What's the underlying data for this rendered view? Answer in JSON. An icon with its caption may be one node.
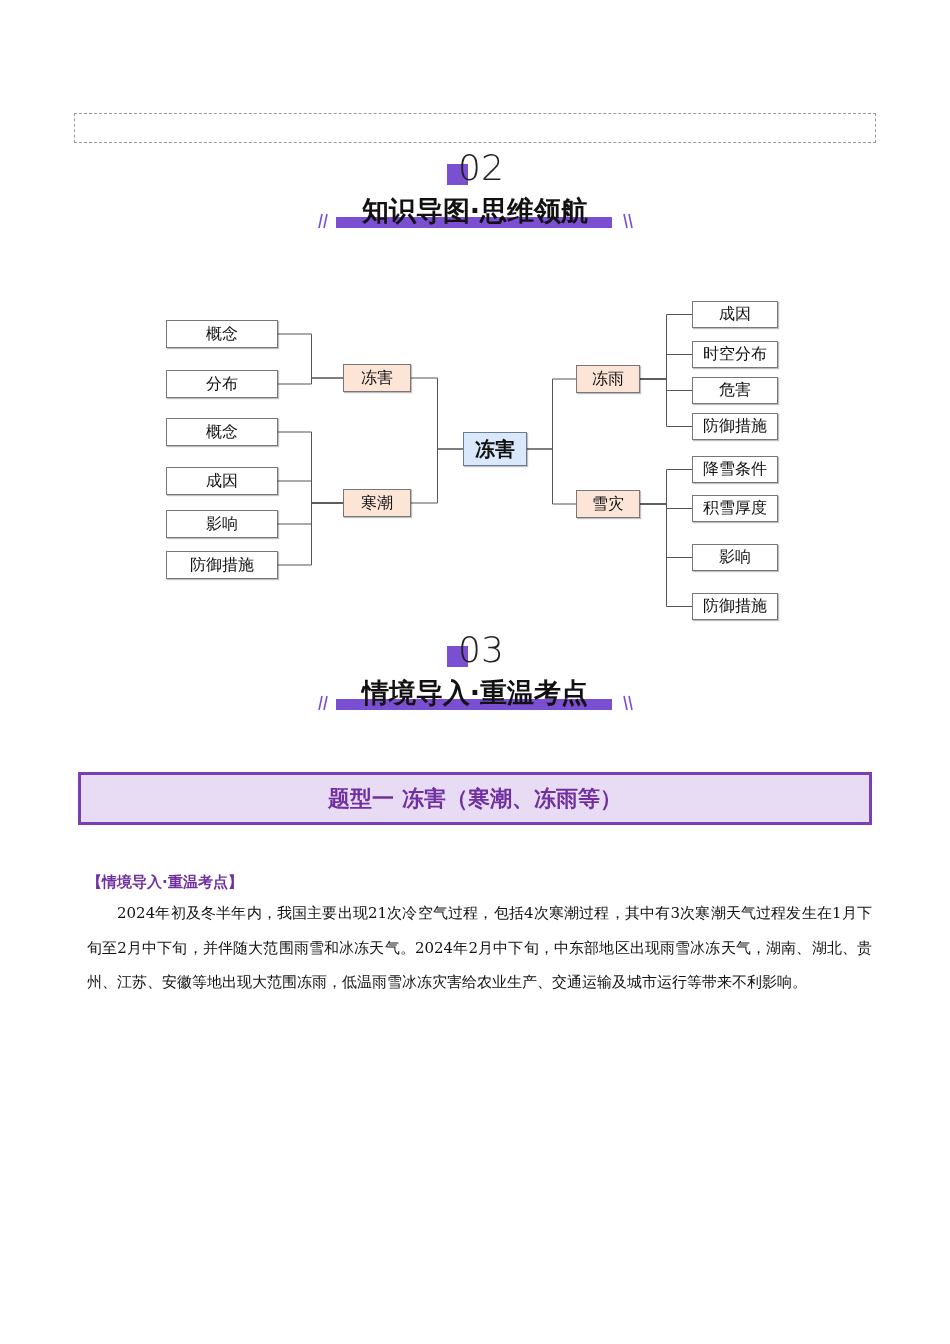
{
  "diagram": {
    "nodes": [
      {
        "text": [
          "冻害"
        ]
      },
      {
        "text": [
          "冻害"
        ]
      },
      {
        "text": [
          "寒潮"
        ]
      },
      {
        "text": [
          "冻雨"
        ]
      },
      {
        "text": [
          "雪灾"
        ]
      },
      {
        "text": [
          "概念"
        ]
      },
      {
        "text": [
          "分布"
        ]
      },
      {
        "text": [
          "概念"
        ]
      },
      {
        "text": [
          "成因"
        ]
      },
      {
        "text": [
          "影响"
        ]
      },
      {
        "text": [
          "防御措施"
        ]
      },
      {
        "text": [
          "成因"
        ]
      },
      {
        "text": [
          "时空分布"
        ]
      },
      {
        "text": [
          "危害"
        ]
      },
      {
        "text": [
          "防御措施"
        ]
      },
      {
        "text": [
          "降雪条件"
        ]
      },
      {
        "text": [
          "积雪厚度"
        ]
      },
      {
        "text": [
          "影响"
        ]
      },
      {
        "text": [
          "防御措施"
        ]
      }
    ],
    "edges": [
      {
        "from": 0,
        "to": 1,
        "arrow": "none"
      },
      {
        "from": 0,
        "to": 2,
        "arrow": "none"
      },
      {
        "from": 0,
        "to": 3,
        "arrow": "none"
      },
      {
        "from": 0,
        "to": 4,
        "arrow": "none"
      },
      {
        "from": 1,
        "to": 5,
        "arrow": "none"
      },
      {
        "from": 1,
        "to": 6,
        "arrow": "none"
      },
      {
        "from": 2,
        "to": 7,
        "arrow": "none"
      },
      {
        "from": 2,
        "to": 8,
        "arrow": "none"
      },
      {
        "from": 2,
        "to": 9,
        "arrow": "none"
      },
      {
        "from": 2,
        "to": 10,
        "arrow": "none"
      },
      {
        "from": 3,
        "to": 11,
        "arrow": "none"
      },
      {
        "from": 3,
        "to": 12,
        "arrow": "none"
      },
      {
        "from": 3,
        "to": 13,
        "arrow": "none"
      },
      {
        "from": 3,
        "to": 14,
        "arrow": "none"
      },
      {
        "from": 4,
        "to": 15,
        "arrow": "none"
      },
      {
        "from": 4,
        "to": 16,
        "arrow": "none"
      },
      {
        "from": 4,
        "to": 17,
        "arrow": "none"
      },
      {
        "from": 4,
        "to": 18,
        "arrow": "none"
      }
    ],
    "labels": [
      "02",
      "知识导图·思维领航",
      "03",
      "情境导入·重温考点",
      "题型一 冻害（寒潮、冻雨等）",
      "【情境导入·重温考点】",
      "2024年初及冬半年内，我国主要出现21次冷空气过程，包括4次寒潮过程，其中有3次寒潮天气过程发生在1月下旬至2月中下旬，并伴随大范围雨雪和冰冻天气。2024年2月中下旬，中东部地区出现雨雪冰冻天气，湖南、湖北、贵州、江苏、安徽等地出现大范围冻雨，低温雨雪冰冻灾害给农业生产、交通运输及城市运行等带来不利影响。"
    ]
  }
}
